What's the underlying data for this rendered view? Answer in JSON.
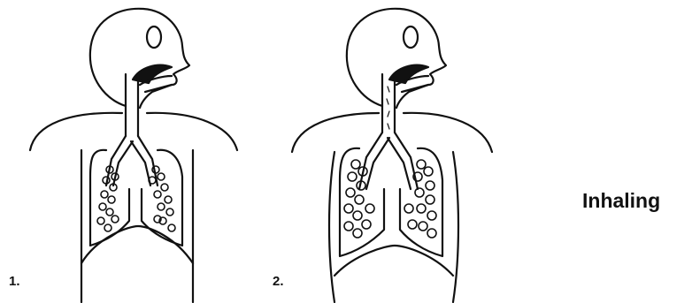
{
  "figures": [
    {
      "number": "1.",
      "state": "lungs-deflated"
    },
    {
      "number": "2.",
      "state": "lungs-inflated"
    }
  ],
  "caption": "Inhaling",
  "colors": {
    "line": "#111111",
    "background": "#ffffff"
  }
}
